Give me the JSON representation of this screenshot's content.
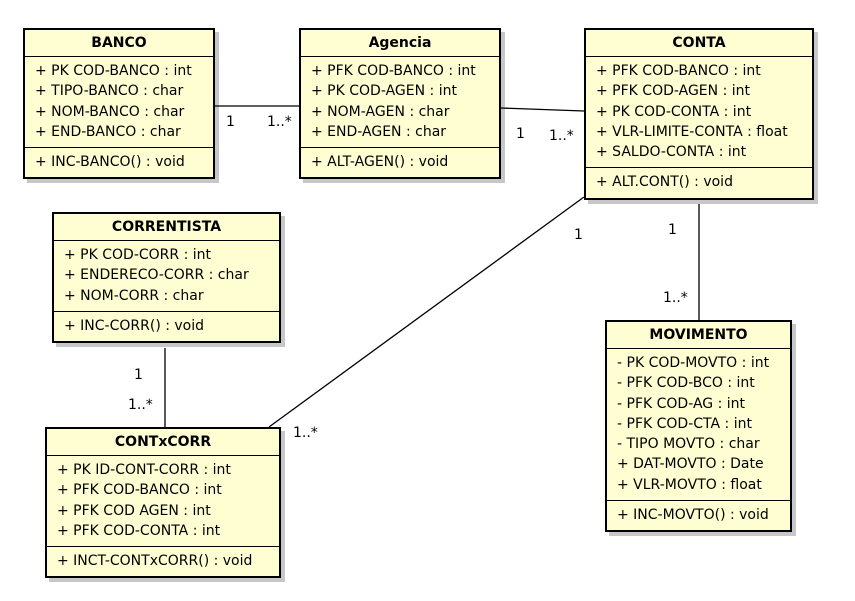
{
  "classes": {
    "banco": {
      "name": "BANCO",
      "attributes": [
        "+ PK COD-BANCO : int",
        "+ TIPO-BANCO : char",
        "+ NOM-BANCO : char",
        "+ END-BANCO : char"
      ],
      "operations": [
        "+ INC-BANCO() : void"
      ]
    },
    "agencia": {
      "name": "Agencia",
      "attributes": [
        "+ PFK COD-BANCO : int",
        "+ PK COD-AGEN : int",
        "+ NOM-AGEN : char",
        "+ END-AGEN : char"
      ],
      "operations": [
        "+ ALT-AGEN() : void"
      ]
    },
    "conta": {
      "name": "CONTA",
      "attributes": [
        "+ PFK COD-BANCO : int",
        "+ PFK COD-AGEN : int",
        "+ PK COD-CONTA : int",
        "+ VLR-LIMITE-CONTA : float",
        "+ SALDO-CONTA : int"
      ],
      "operations": [
        "+ ALT.CONT() : void"
      ]
    },
    "correntista": {
      "name": "CORRENTISTA",
      "attributes": [
        "+ PK COD-CORR : int",
        "+ ENDERECO-CORR : char",
        "+ NOM-CORR : char"
      ],
      "operations": [
        "+ INC-CORR() : void"
      ]
    },
    "contxcorr": {
      "name": "CONTxCORR",
      "attributes": [
        "+ PK ID-CONT-CORR : int",
        "+ PFK COD-BANCO : int",
        "+ PFK COD AGEN : int",
        "+ PFK COD-CONTA : int"
      ],
      "operations": [
        "+ INCT-CONTxCORR() : void"
      ]
    },
    "movimento": {
      "name": "MOVIMENTO",
      "attributes": [
        "- PK COD-MOVTO : int",
        "- PFK COD-BCO : int",
        "- PFK COD-AG : int",
        "- PFK COD-CTA : int",
        "- TIPO MOVTO : char",
        "+ DAT-MOVTO : Date",
        "+ VLR-MOVTO : float"
      ],
      "operations": [
        "+ INC-MOVTO() : void"
      ]
    }
  },
  "associations": [
    {
      "from": "banco",
      "to": "agencia",
      "from_mult": "1",
      "to_mult": "1..*"
    },
    {
      "from": "agencia",
      "to": "conta",
      "from_mult": "1",
      "to_mult": "1..*"
    },
    {
      "from": "conta",
      "to": "contxcorr",
      "from_mult": "1",
      "to_mult": "1..*"
    },
    {
      "from": "conta",
      "to": "movimento",
      "from_mult": "1",
      "to_mult": "1..*"
    },
    {
      "from": "correntista",
      "to": "contxcorr",
      "from_mult": "1",
      "to_mult": "1..*"
    }
  ],
  "colors": {
    "class_fill": "#fefed2",
    "border": "#000000",
    "line": "#000000"
  }
}
